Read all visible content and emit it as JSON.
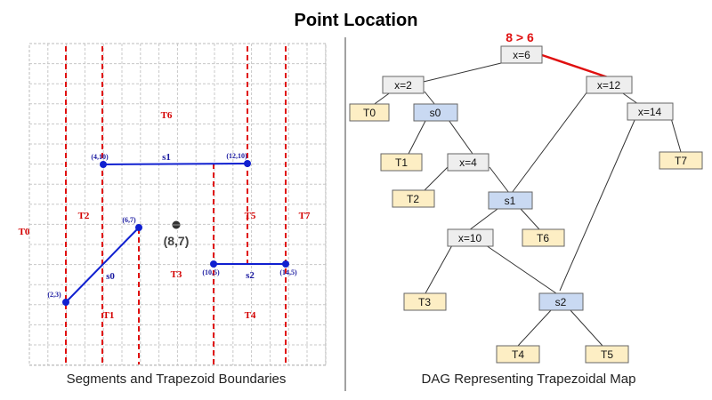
{
  "title": "Point Location",
  "left_caption": "Segments and Trapezoid Boundaries",
  "right_caption": "DAG Representing Trapezoidal Map",
  "trapezoid_labels": [
    "T0",
    "T1",
    "T2",
    "T3",
    "T4",
    "T5",
    "T6",
    "T7"
  ],
  "segments": [
    {
      "name": "s0",
      "p": "(2,3)",
      "q": "(6,7)"
    },
    {
      "name": "s1",
      "p": "(4,10)",
      "q": "(12,10)"
    },
    {
      "name": "s2",
      "p": "(10,5)",
      "q": "(14,5)"
    }
  ],
  "query_point": "(8,7)",
  "comparison": "8 > 6",
  "dag_nodes": {
    "x6": "x=6",
    "x2": "x=2",
    "x12": "x=12",
    "x14": "x=14",
    "x4": "x=4",
    "x10": "x=10",
    "s0": "s0",
    "s1": "s1",
    "s2": "s2",
    "T0": "T0",
    "T1": "T1",
    "T2": "T2",
    "T3": "T3",
    "T4": "T4",
    "T5": "T5",
    "T6": "T6",
    "T7": "T7"
  },
  "colors": {
    "x_node": "#eeeeee",
    "segment_node": "#c9d9f2",
    "leaf_node": "#fdeec4",
    "highlight": "#e01010",
    "segment_line": "#1020d0",
    "boundary": "#e01010"
  }
}
